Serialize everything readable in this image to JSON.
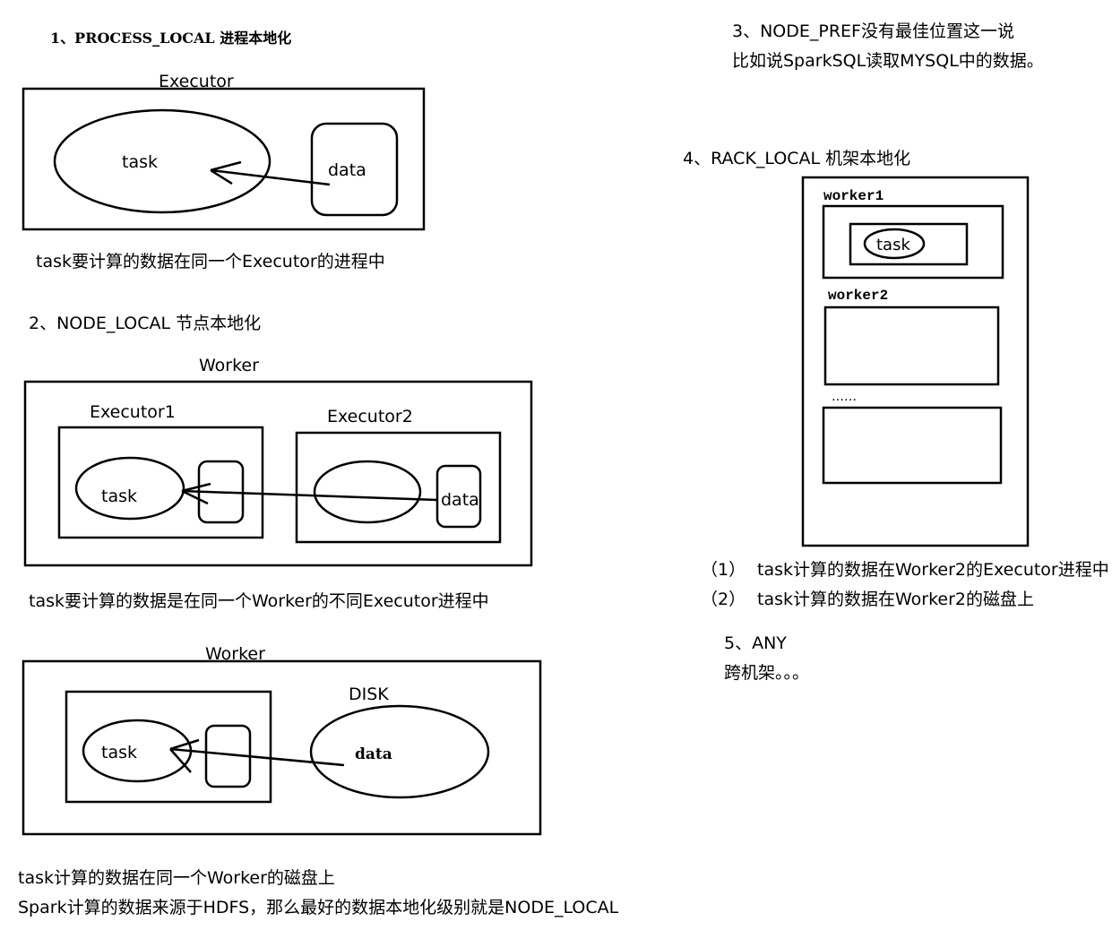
{
  "colors": {
    "ink": "#000000",
    "background": "#ffffff"
  },
  "section1": {
    "heading": "1、PROCESS_LOCAL 进程本地化",
    "executor_label": "Executor",
    "task_label": "task",
    "data_label": "data",
    "caption": "task要计算的数据在同一个Executor的进程中"
  },
  "section2": {
    "heading": "2、NODE_LOCAL 节点本地化",
    "worker_label": "Worker",
    "executor1_label": "Executor1",
    "executor2_label": "Executor2",
    "task_label": "task",
    "data_label": "data",
    "caption": "task要计算的数据是在同一个Worker的不同Executor进程中"
  },
  "section2b": {
    "worker_label": "Worker",
    "disk_label": "DISK",
    "task_label": "task",
    "data_label": "data",
    "caption": "task计算的数据在同一个Worker的磁盘上",
    "footer": "Spark计算的数据来源于HDFS，那么最好的数据本地化级别就是NODE_LOCAL"
  },
  "section3": {
    "heading": "3、NODE_PREF没有最佳位置这一说",
    "detail": "比如说SparkSQL读取MYSQL中的数据。"
  },
  "section4": {
    "heading": "4、RACK_LOCAL 机架本地化",
    "worker1_label": "worker1",
    "worker2_label": "worker2",
    "task_label": "task",
    "ellipsis": "……",
    "items": [
      {
        "num": "（1）",
        "text": "task计算的数据在Worker2的Executor进程中"
      },
      {
        "num": "（2）",
        "text": "task计算的数据在Worker2的磁盘上"
      }
    ]
  },
  "section5": {
    "heading": "5、ANY",
    "detail": "跨机架。。。"
  }
}
